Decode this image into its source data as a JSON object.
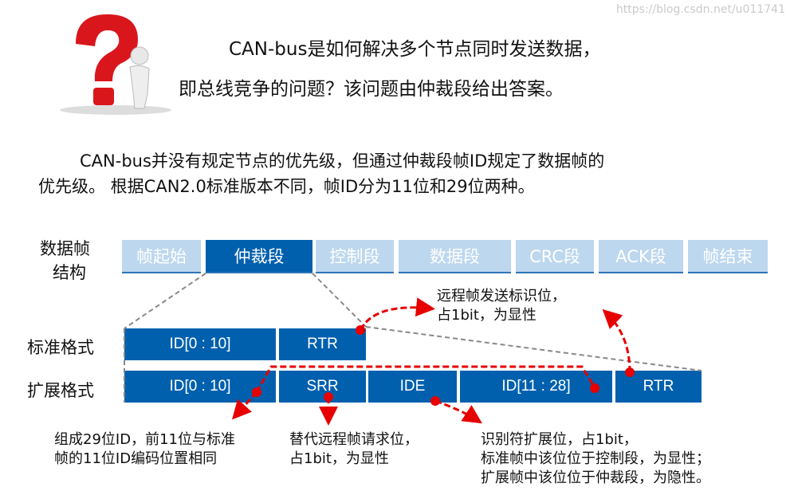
{
  "title": {
    "line1": "CAN-bus是如何解决多个节点同时发送数据，",
    "line2": "即总线竞争的问题？该问题由仲裁段给出答案。"
  },
  "intro": {
    "line1": "CAN-bus并没有规定节点的优先级，但通过仲裁段帧ID规定了数据帧的",
    "line2": "优先级。 根据CAN2.0标准版本不同，帧ID分为11位和29位两种。"
  },
  "frame": {
    "label1": "数据帧",
    "label2": "结构",
    "segments": [
      "帧起始",
      "仲裁段",
      "控制段",
      "数据段",
      "CRC段",
      "ACK段",
      "帧结束"
    ]
  },
  "standard": {
    "label": "标准格式",
    "fields": [
      "ID[0 : 10]",
      "RTR"
    ]
  },
  "extended": {
    "label": "扩展格式",
    "fields": [
      "ID[0 : 10]",
      "SRR",
      "IDE",
      "ID[11 : 28]",
      "RTR"
    ]
  },
  "notes": {
    "rtr": [
      "远程帧发送标识位，",
      "占1bit，为显性"
    ],
    "id": [
      "组成29位ID，前11位与标准",
      "帧的11位ID编码位置相同"
    ],
    "srr": [
      "替代远程帧请求位，",
      "占1bit，为显性"
    ],
    "ide": [
      "识别符扩展位，占1bit，",
      "标准帧中该位位于控制段，为显性；",
      "扩展帧中该位位于仲裁段，为隐性。"
    ]
  },
  "watermark": "https://blog.csdn.net/u011741",
  "colors": {
    "dark": "#0060ae",
    "light": "#bdd7ee",
    "arrow": "#e60000"
  }
}
